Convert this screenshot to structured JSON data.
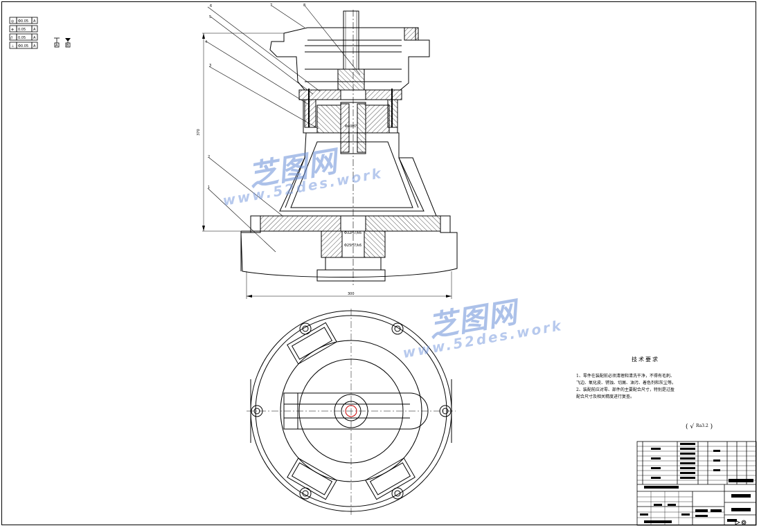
{
  "watermark": {
    "brand_cn": "芝图网",
    "url": "www.52des.work"
  },
  "technical_requirements": {
    "title": "技术要求",
    "items": [
      "1、零件在装配前必须清理和清洗干净，不得有毛刺、",
      "   飞边、氧化皮、锈蚀、切屑、油污、着色剂和灰尘等。",
      "2、装配前应对零、部件的主要配合尺寸，特别是过盈",
      "   配合尺寸及相关精度进行复查。"
    ]
  },
  "surface_roughness": {
    "symbol": "Ra3.2",
    "open_paren": "(",
    "close_paren": ")"
  },
  "gdt_legend": [
    {
      "symbol": "◎",
      "value": "Φ0.05",
      "datum": "A"
    },
    {
      "symbol": "⌯",
      "value": "0.05",
      "datum": "A"
    },
    {
      "symbol": "//",
      "value": "0.05",
      "datum": "A"
    },
    {
      "symbol": "⊥",
      "value": "Φ0.05",
      "datum": "A"
    }
  ],
  "datum_markers": [
    "A",
    "B"
  ],
  "dimensions": {
    "overall_height": "370",
    "overall_width": "300",
    "bore_dims": [
      "Φ40H7",
      "Φ32H7/k6",
      "Φ25H7/k6"
    ]
  },
  "balloons": [
    "1",
    "2",
    "3",
    "4",
    "5",
    "6",
    "7",
    "8"
  ],
  "colors": {
    "line": "#000000",
    "centerline": "#cc0000",
    "watermark": "#6a8fd8"
  }
}
